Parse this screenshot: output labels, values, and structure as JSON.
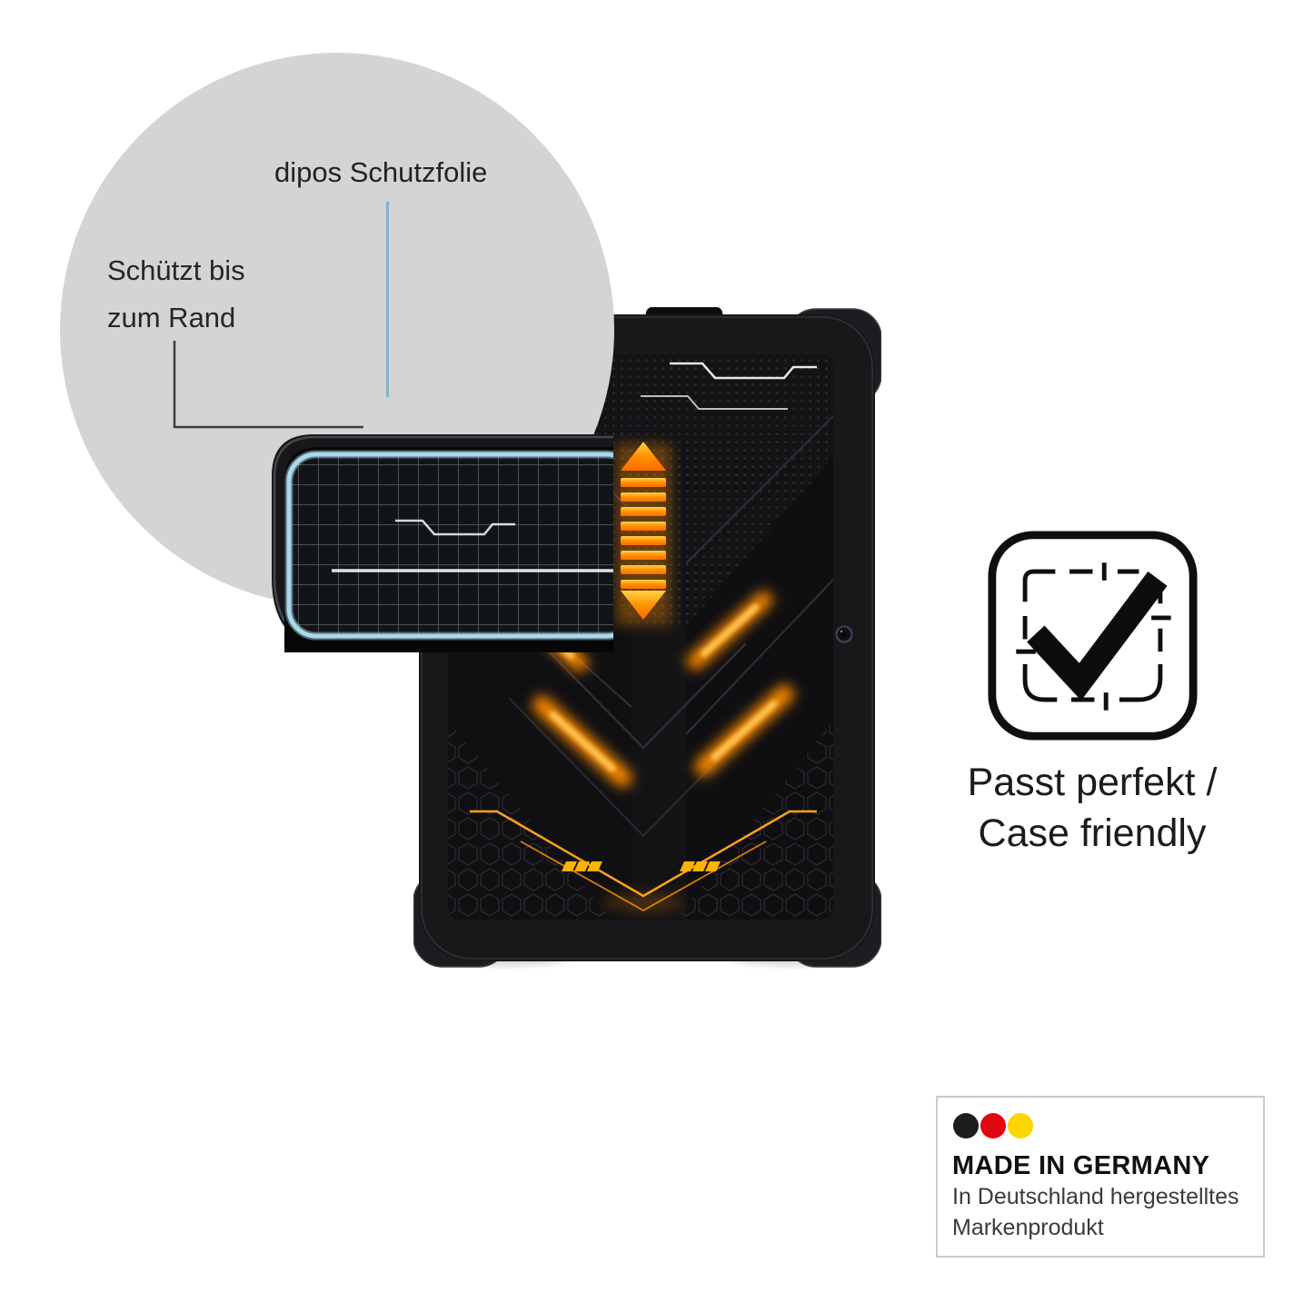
{
  "callout": {
    "product_label": "dipos Schutzfolie",
    "edge_claim_line1": "Schützt bis",
    "edge_claim_line2": "zum Rand"
  },
  "fit_badge": {
    "caption_line1": "Passt perfekt /",
    "caption_line2": "Case friendly"
  },
  "origin_badge": {
    "title": "MADE IN GERMANY",
    "subtitle_line1": "In Deutschland hergestelltes",
    "subtitle_line2": "Markenprodukt",
    "flag_dot_colors": [
      "#1d1d1b",
      "#e30613",
      "#ffd500"
    ]
  },
  "icons": {
    "check": "✔",
    "crop_marks": "crop-frame-dashes",
    "flag_dots": "● ● ●"
  },
  "colors": {
    "zoom_circle_gray": "#d4d4d4",
    "foil_blue": "#a9d9eb",
    "pointer_blue": "#85b3c8",
    "wallpaper_orange": "#ff9100"
  }
}
